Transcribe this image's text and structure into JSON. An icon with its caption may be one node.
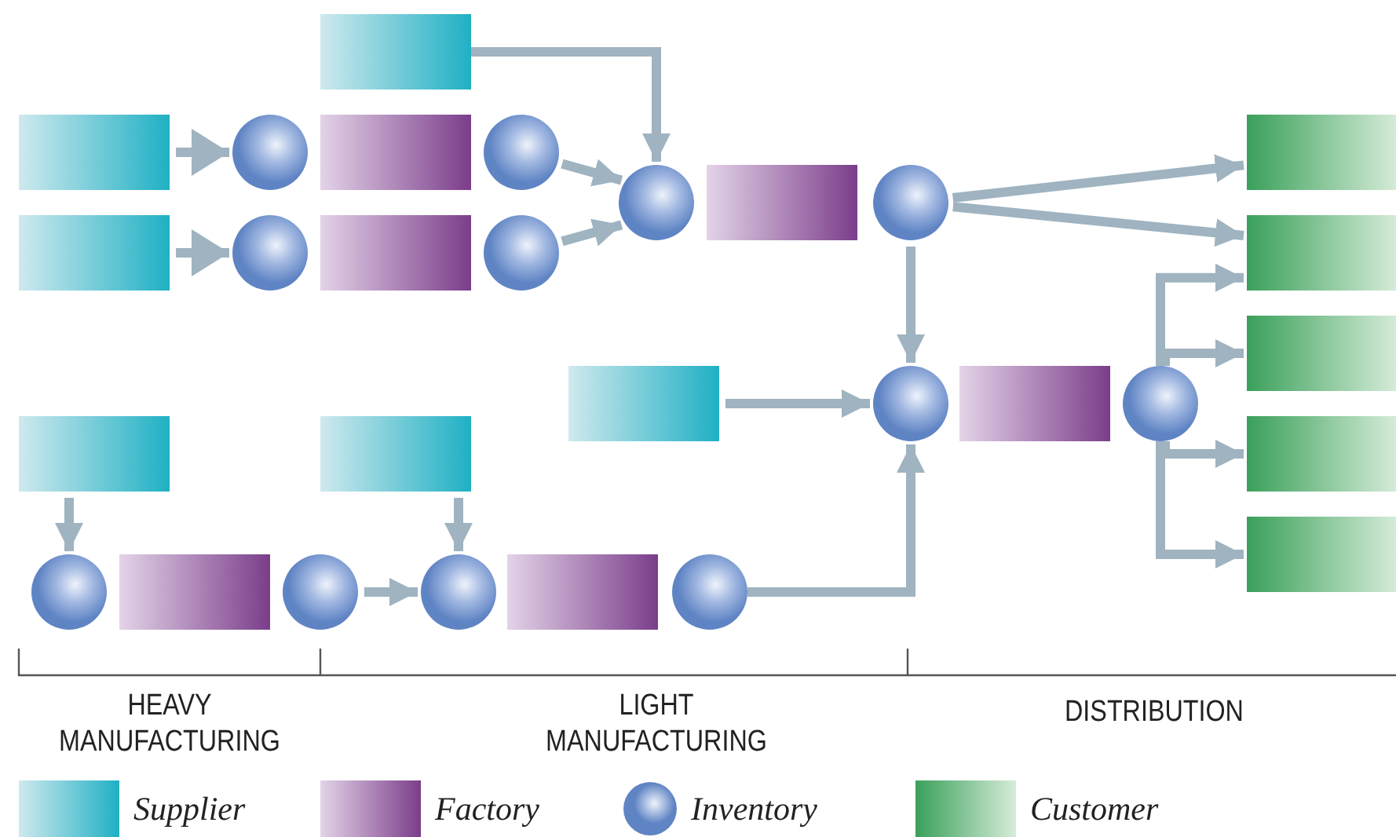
{
  "diagram": {
    "nodes": [
      {
        "text": [],
        "shape": "box"
      },
      {
        "text": [],
        "shape": "box"
      },
      {
        "text": [],
        "shape": "circle"
      },
      {
        "text": [],
        "shape": "box"
      },
      {
        "text": [],
        "shape": "circle"
      },
      {
        "text": [],
        "shape": "box"
      },
      {
        "text": [],
        "shape": "circle"
      },
      {
        "text": [],
        "shape": "box"
      },
      {
        "text": [],
        "shape": "circle"
      },
      {
        "text": [],
        "shape": "circle"
      },
      {
        "text": [],
        "shape": "box"
      },
      {
        "text": [],
        "shape": "circle"
      },
      {
        "text": [],
        "shape": "box"
      },
      {
        "text": [],
        "shape": "box"
      },
      {
        "text": [],
        "shape": "box"
      },
      {
        "text": [],
        "shape": "circle"
      },
      {
        "text": [],
        "shape": "box"
      },
      {
        "text": [],
        "shape": "circle"
      },
      {
        "text": [],
        "shape": "box"
      },
      {
        "text": [],
        "shape": "box"
      },
      {
        "text": [],
        "shape": "box"
      },
      {
        "text": [],
        "shape": "box"
      },
      {
        "text": [],
        "shape": "box"
      },
      {
        "text": [],
        "shape": "circle"
      },
      {
        "text": [],
        "shape": "box"
      },
      {
        "text": [],
        "shape": "circle"
      },
      {
        "text": [],
        "shape": "circle"
      },
      {
        "text": [],
        "shape": "box"
      },
      {
        "text": [],
        "shape": "circle"
      }
    ],
    "edges": [
      {
        "from": 1,
        "to": 2,
        "arrow": "to"
      },
      {
        "from": 5,
        "to": 6,
        "arrow": "to"
      },
      {
        "from": 0,
        "to": 9,
        "arrow": "to"
      },
      {
        "from": 4,
        "to": 9,
        "arrow": "to"
      },
      {
        "from": 8,
        "to": 9,
        "arrow": "to"
      },
      {
        "from": 11,
        "to": 12,
        "arrow": "to"
      },
      {
        "from": 11,
        "to": 13,
        "arrow": "to"
      },
      {
        "from": 11,
        "to": 15,
        "arrow": "to"
      },
      {
        "from": 14,
        "to": 15,
        "arrow": "to"
      },
      {
        "from": 17,
        "to": 13,
        "arrow": "to"
      },
      {
        "from": 17,
        "to": 18,
        "arrow": "to"
      },
      {
        "from": 17,
        "to": 19,
        "arrow": "to"
      },
      {
        "from": 17,
        "to": 20,
        "arrow": "to"
      },
      {
        "from": 21,
        "to": 23,
        "arrow": "to"
      },
      {
        "from": 22,
        "to": 26,
        "arrow": "to"
      },
      {
        "from": 25,
        "to": 26,
        "arrow": "to"
      },
      {
        "from": 28,
        "to": 15,
        "arrow": "to"
      }
    ],
    "labels": [
      "HEAVY MANUFACTURING",
      "LIGHT MANUFACTURING",
      "DISTRIBUTION"
    ],
    "legend": [
      {
        "text": "Supplier",
        "color": "#1fb0c4"
      },
      {
        "text": "Factory",
        "color": "#7b3d8a"
      },
      {
        "text": "Inventory",
        "color": "#5f84c4"
      },
      {
        "text": "Customer",
        "color": "#3aa05a"
      }
    ]
  }
}
